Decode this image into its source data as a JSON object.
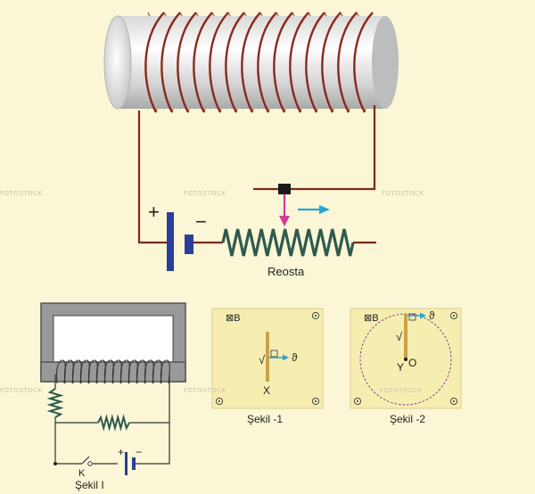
{
  "main_circuit": {
    "battery_plus": "+",
    "battery_minus": "−",
    "rheostat_label": "Reosta"
  },
  "figure1": {
    "caption": "Şekil I",
    "switch_label": "K",
    "battery_plus": "+",
    "battery_minus": "−"
  },
  "panel1": {
    "field_label": "⊠B",
    "wire_current_symbol": "√",
    "velocity_symbol": "ϑ",
    "point_label": "X",
    "caption": "Şekil -1"
  },
  "panel2": {
    "field_label": "⊠B",
    "wire_current_symbol": "√",
    "velocity_symbol": "ϑ",
    "point_label_y": "Y",
    "point_label_o": "O",
    "caption": "Şekil -2"
  },
  "watermarks": [
    "FOTOSTOCK",
    "FOTOSTOCK",
    "FOTOSTOCK",
    "FOTOSTOCK",
    "FOTOSTOCK",
    "FOTOSTOCK"
  ],
  "colors": {
    "background": "#fbf6d5",
    "wire": "#7a2a1f",
    "coil": "#8b2a1a",
    "battery": "#2b3e9a",
    "rheostat": "#2f5a4f",
    "slider_arrow": "#d6399a",
    "motion_arrow": "#27a5d8",
    "panel_fill": "#f6eeb0",
    "dashed_path": "#8a3a9a"
  }
}
